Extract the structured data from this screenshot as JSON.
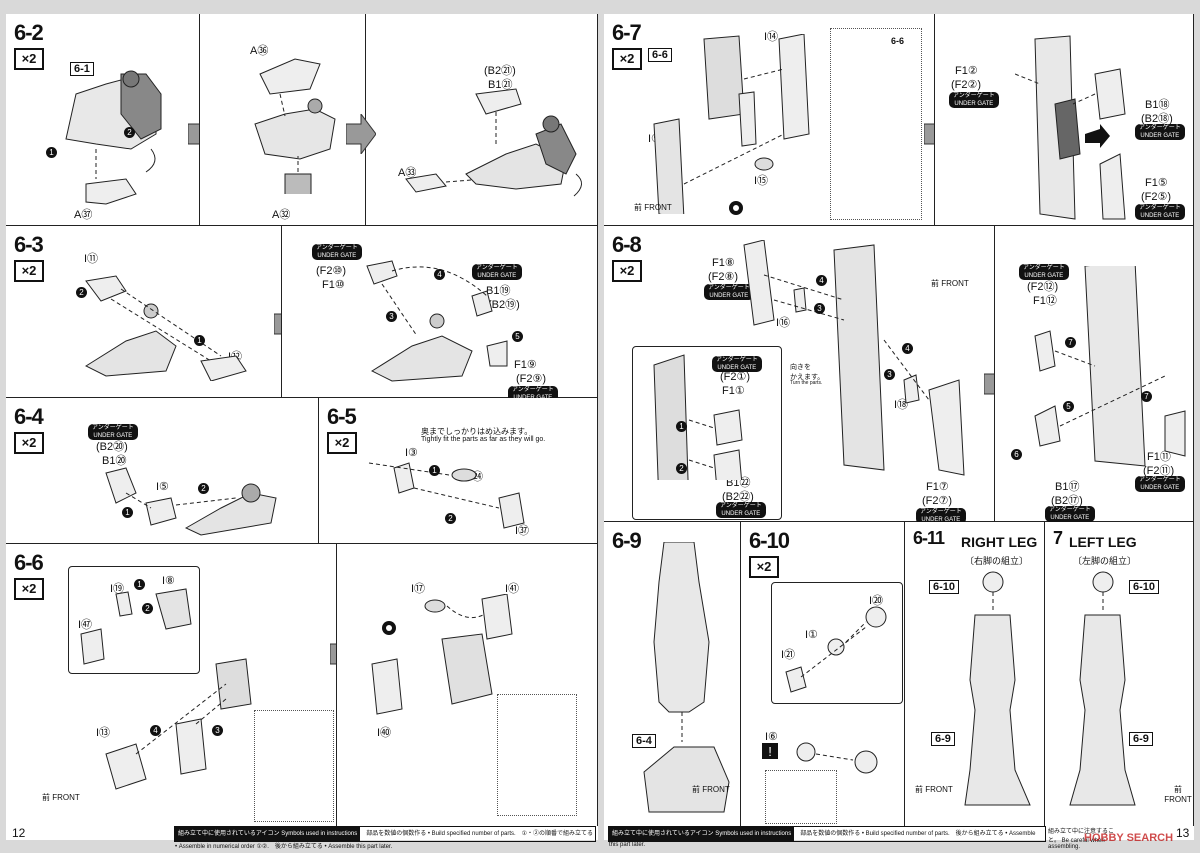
{
  "left_page": {
    "page_number": "12",
    "steps": [
      {
        "id": "6-2",
        "qty": "×2",
        "ref": "6-1",
        "parts": [
          "A㊱",
          "A㊲",
          "A㉜",
          "A㉝",
          "(B2㉑)",
          "B1㉑"
        ]
      },
      {
        "id": "6-3",
        "qty": "×2",
        "parts": [
          "I⑪",
          "I⑫",
          "(F2⑩)",
          "F1⑩",
          "(B2⑲)",
          "B1⑲",
          "F1⑨",
          "(F2⑨)"
        ]
      },
      {
        "id": "6-4",
        "qty": "×2",
        "parts": [
          "(B2⑳)",
          "B1⑳",
          "I⑤"
        ]
      },
      {
        "id": "6-5",
        "qty": "×2",
        "parts": [
          "I③",
          "I㉔",
          "I㊲"
        ],
        "note_jp": "奥までしっかりはめ込みます。",
        "note_en": "Tightly fit the parts as far as they will go."
      },
      {
        "id": "6-6",
        "qty": "×2",
        "parts": [
          "I⑲",
          "I⑧",
          "I㊼",
          "I⑬",
          "I⑰",
          "I㊶",
          "I㊵"
        ]
      }
    ],
    "gate_label": "アンダーゲート\nUNDER GATE",
    "front_label": "前\nFRONT"
  },
  "right_page": {
    "page_number": "13",
    "steps": [
      {
        "id": "6-7",
        "qty": "×2",
        "refs": [
          "6-6",
          "6-6"
        ],
        "parts": [
          "I⑭",
          "I⑨",
          "I⑮",
          "F1②",
          "(F2②)",
          "B1⑱",
          "(B2⑱)",
          "F1⑤",
          "(F2⑤)"
        ]
      },
      {
        "id": "6-8",
        "qty": "×2",
        "parts": [
          "F1⑧",
          "(F2⑧)",
          "I⑯",
          "I⑱",
          "(F2①)",
          "F1①",
          "B1㉒",
          "(B2㉒)",
          "F1⑦",
          "(F2⑦)",
          "(F2⑫)",
          "F1⑫",
          "B1⑰",
          "(B2⑰)",
          "F1⑪",
          "(F2⑪)"
        ],
        "turn_jp": "向きを\nかえます。",
        "turn_en": "Turn the parts."
      },
      {
        "id": "6-9",
        "refs": [
          "6-4"
        ]
      },
      {
        "id": "6-10",
        "qty": "×2",
        "parts": [
          "I⑳",
          "I①",
          "I㉑",
          "I⑥"
        ]
      },
      {
        "id": "6-11",
        "title": "RIGHT LEG",
        "sub": "〔右脚の組立〕",
        "refs": [
          "6-10",
          "6-9"
        ]
      },
      {
        "id": "7",
        "title": "LEFT LEG",
        "sub": "〔左脚の組立〕",
        "refs": [
          "6-10",
          "6-9"
        ]
      }
    ],
    "watermark": "HOBBY SEARCH"
  },
  "footer": {
    "legend_title": "組み立て中に使用されているアイコン Symbols used in instructions",
    "x2_text": "部品を数値の個数作る • Build specified number of parts.",
    "order_text": "①・②の順番で組み立てる • Assemble in numerical order ①②.",
    "later_text": "後から組み立てる • Assemble this part later.",
    "right_note": "組み立て中に注意すること。 Be careful when assembling."
  }
}
